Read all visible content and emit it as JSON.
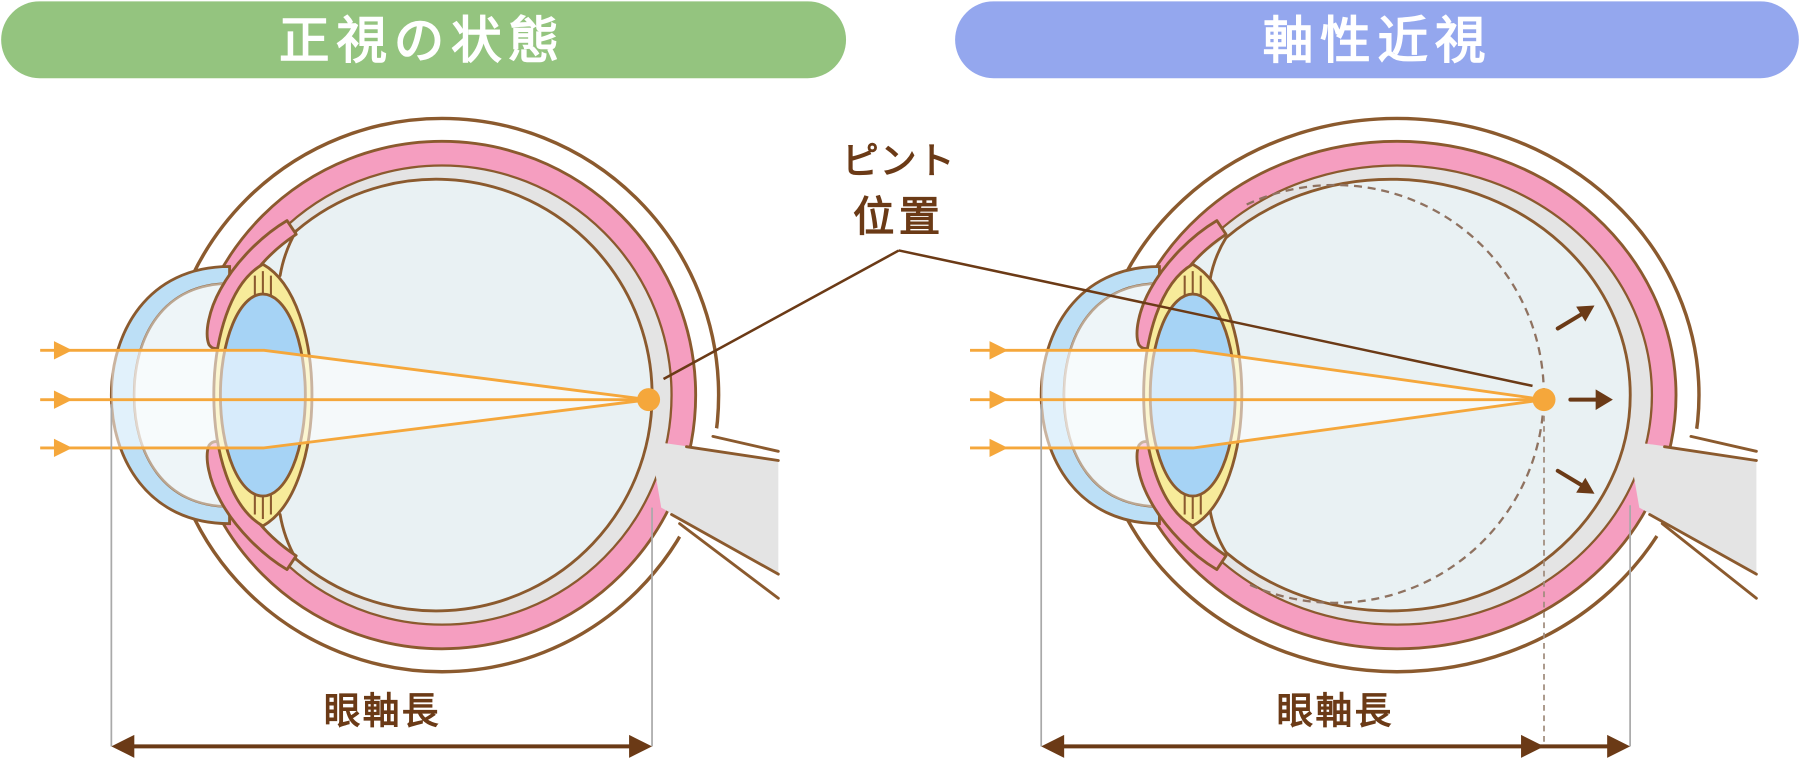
{
  "panels": [
    {
      "title": "正視の状態",
      "axial_length_label": "眼軸長"
    },
    {
      "title": "軸性近視",
      "axial_length_label": "眼軸長"
    }
  ],
  "focus_position_label": {
    "line1": "ピント",
    "line2": "位置"
  },
  "colors": {
    "normal_header": "#94c47f",
    "myopia_header": "#94a7ee",
    "outline": "#8b5a2e",
    "choroid": "#f59ec0",
    "vitreous": "#e9f1f3",
    "cornea": "#bcdff6",
    "lens": "#a6d3f5",
    "ciliary": "#f7eb9a",
    "light_ray": "#f5a73b",
    "label_text": "#6b3a16"
  }
}
